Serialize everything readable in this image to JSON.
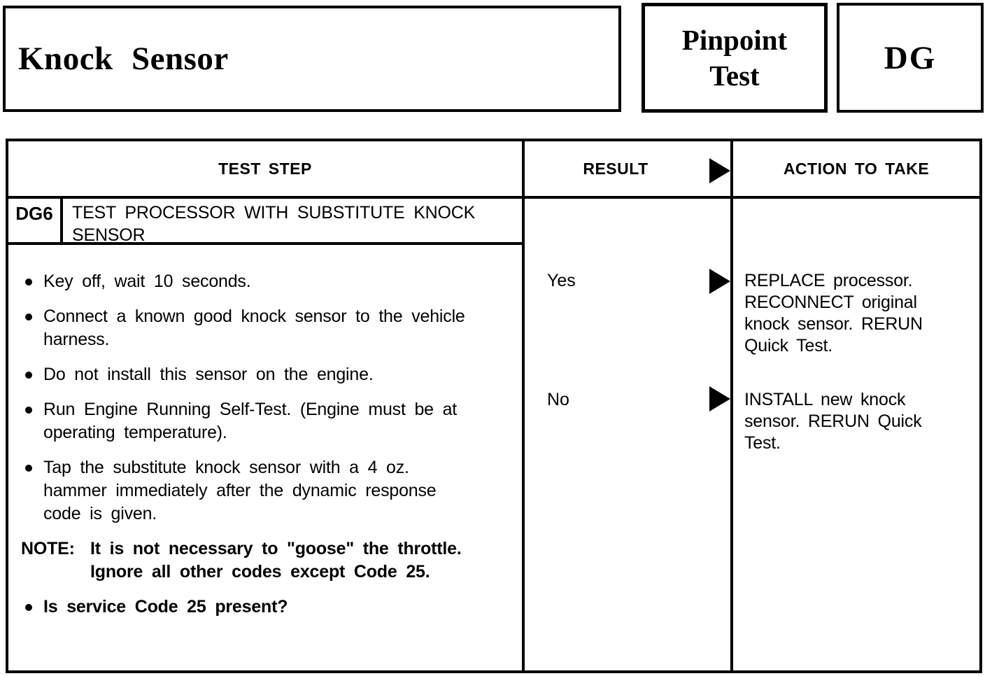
{
  "header": {
    "component_title": "Knock Sensor",
    "pinpoint_test": {
      "line1": "Pinpoint",
      "line2": "Test"
    },
    "test_code": "DG"
  },
  "table": {
    "headers": {
      "test_step": "TEST STEP",
      "result": "RESULT",
      "action_to_take": "ACTION TO TAKE"
    },
    "step": {
      "id": "DG6",
      "title": "TEST PROCESSOR WITH SUBSTITUTE KNOCK SENSOR"
    },
    "bullets": [
      "Key off, wait 10 seconds.",
      "Connect a known good knock sensor to the vehicle harness.",
      "Do not install this sensor on the engine.",
      "Run Engine Running Self-Test. (Engine must be at operating temperature).",
      "Tap the substitute knock sensor with a 4 oz. hammer immediately after the dynamic response code is given."
    ],
    "note": {
      "label": "NOTE:",
      "text": "It is not necessary to \"goose\" the throttle. Ignore all other codes except Code 25."
    },
    "question": "Is service Code 25 present?",
    "results": [
      {
        "label": "Yes",
        "action": "REPLACE processor. RECONNECT original knock sensor. RERUN Quick Test."
      },
      {
        "label": "No",
        "action": "INSTALL new knock sensor. RERUN Quick Test."
      }
    ]
  }
}
